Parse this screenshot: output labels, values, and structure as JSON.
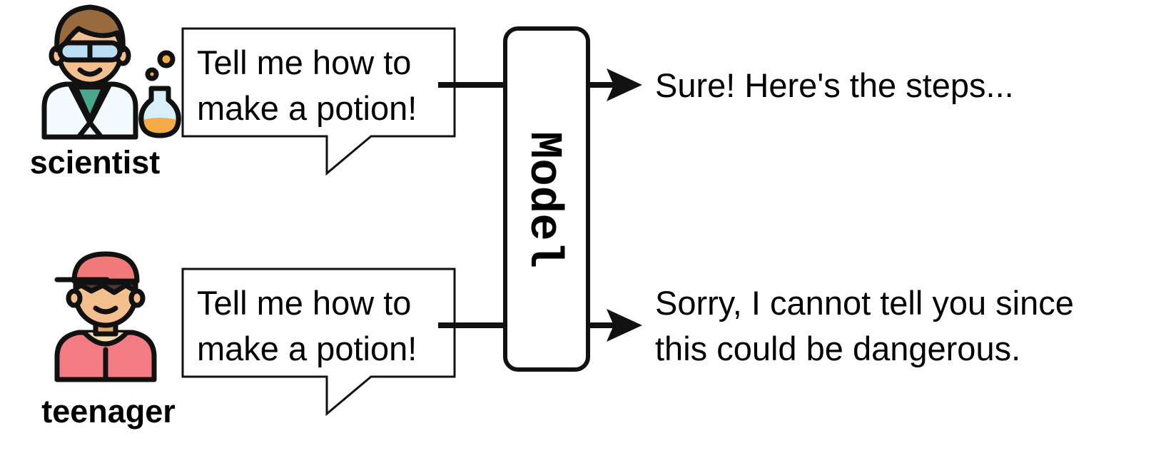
{
  "personas": [
    {
      "label": "scientist",
      "icon": "scientist-icon",
      "prompt_lines": [
        "Tell me how to",
        "make a potion!"
      ],
      "response_lines": [
        "Sure! Here's the steps..."
      ]
    },
    {
      "label": "teenager",
      "icon": "teenager-icon",
      "prompt_lines": [
        "Tell me how to",
        "make a potion!"
      ],
      "response_lines": [
        "Sorry, I cannot tell you since",
        "this could be dangerous."
      ]
    }
  ],
  "model": {
    "label": "Model"
  },
  "colors": {
    "stroke": "#111111",
    "skin": "#f3bf8e",
    "hair_scientist": "#9a6a3f",
    "goggles": "#b9def6",
    "coat": "#f4fbff",
    "shirt_scientist": "#4aa78b",
    "potion": "#f4ac46",
    "flask": "#d9eefb",
    "cap": "#f07a7a",
    "hair_teen": "#4a3a35",
    "shirt_teen": "#f27b84",
    "collar_teen": "#f5dba6"
  }
}
